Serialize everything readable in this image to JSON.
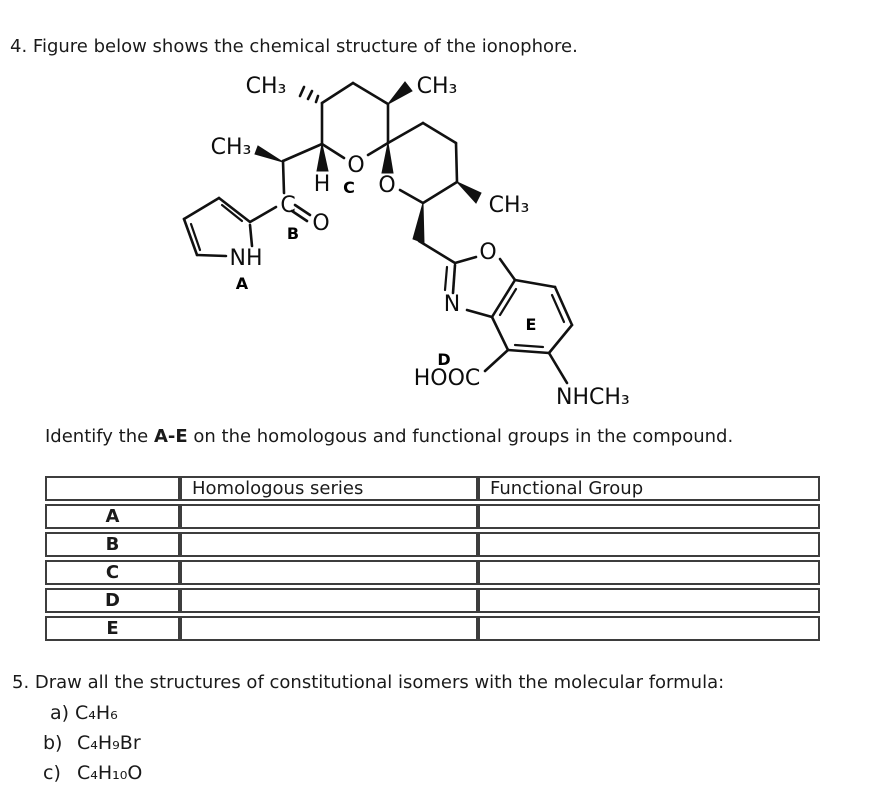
{
  "q4": {
    "title": "4. Figure below shows the chemical structure of the ionophore.",
    "identify": {
      "pre": "Identify the ",
      "bold": "A-E",
      "post": " on the homologous and functional groups in the compound."
    },
    "structure": {
      "atoms": {
        "ch3_top_left": "CH₃",
        "ch3_top_right": "CH₃",
        "ch3_mid_left": "CH₃",
        "ch3_ring2_right": "CH₃",
        "o_ring1": "O",
        "o_ring2": "O",
        "h_stereo": "H",
        "c_carbonyl": "C",
        "o_carbonyl": "O",
        "nh_pyrrole": "NH",
        "o_oxazole": "O",
        "n_oxazole": "N",
        "hooc": "HOOC",
        "nhch3": "NHCH₃"
      },
      "letters": {
        "a": "A",
        "b": "B",
        "c": "C",
        "d": "D",
        "e": "E"
      }
    },
    "table": {
      "headers": [
        "",
        "Homologous series",
        "Functional Group"
      ],
      "rows": [
        {
          "label": "A",
          "homologous": "",
          "functional": ""
        },
        {
          "label": "B",
          "homologous": "",
          "functional": ""
        },
        {
          "label": "C",
          "homologous": "",
          "functional": ""
        },
        {
          "label": "D",
          "homologous": "",
          "functional": ""
        },
        {
          "label": "E",
          "homologous": "",
          "functional": ""
        }
      ]
    }
  },
  "q5": {
    "title": "5. Draw all the structures of constitutional isomers with the molecular formula:",
    "items": [
      {
        "marker": "a)",
        "formula": "C₄H₆"
      },
      {
        "marker": "b)",
        "formula": "C₄H₉Br"
      },
      {
        "marker": "c)",
        "formula": "C₄H₁₀O"
      }
    ]
  }
}
